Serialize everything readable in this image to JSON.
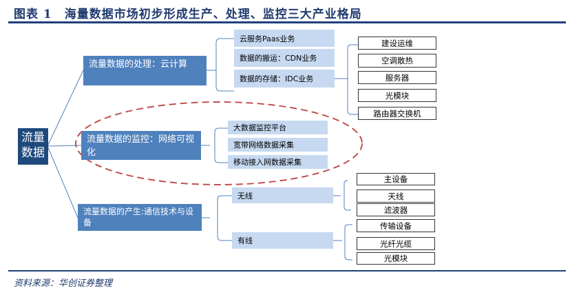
{
  "title": {
    "label": "图表 1",
    "text": "海量数据市场初步形成生产、处理、监控三大产业格局"
  },
  "root": "流量数据",
  "branches": [
    {
      "label": "流量数据的处理：云计算",
      "children": [
        "云服务Paas业务",
        "数据的搬运：CDN业务",
        "数据的存储：IDC业务"
      ],
      "leaves": [
        "建设运维",
        "空调散热",
        "服务器",
        "光模块",
        "路由器交换机"
      ]
    },
    {
      "label": "流量数据的监控：网络可视化",
      "children": [
        "大数据监控平台",
        "宽带网络数据采集",
        "移动接入网数据采集"
      ]
    },
    {
      "label": "流量数据的产生:通信技术与设备",
      "children": [
        "无线",
        "有线"
      ],
      "wireless_leaves": [
        "主设备",
        "天线",
        "滤波器"
      ],
      "wired_leaves": [
        "传输设备",
        "光纤光缆",
        "光模块"
      ]
    }
  ],
  "source": "资料来源：华创证券整理",
  "colors": {
    "root": "#1F497D",
    "level1": "#4F81BD",
    "level2": "#C6D9F1",
    "ellipse": "#C0504D",
    "rule": "#1F3F7A"
  }
}
